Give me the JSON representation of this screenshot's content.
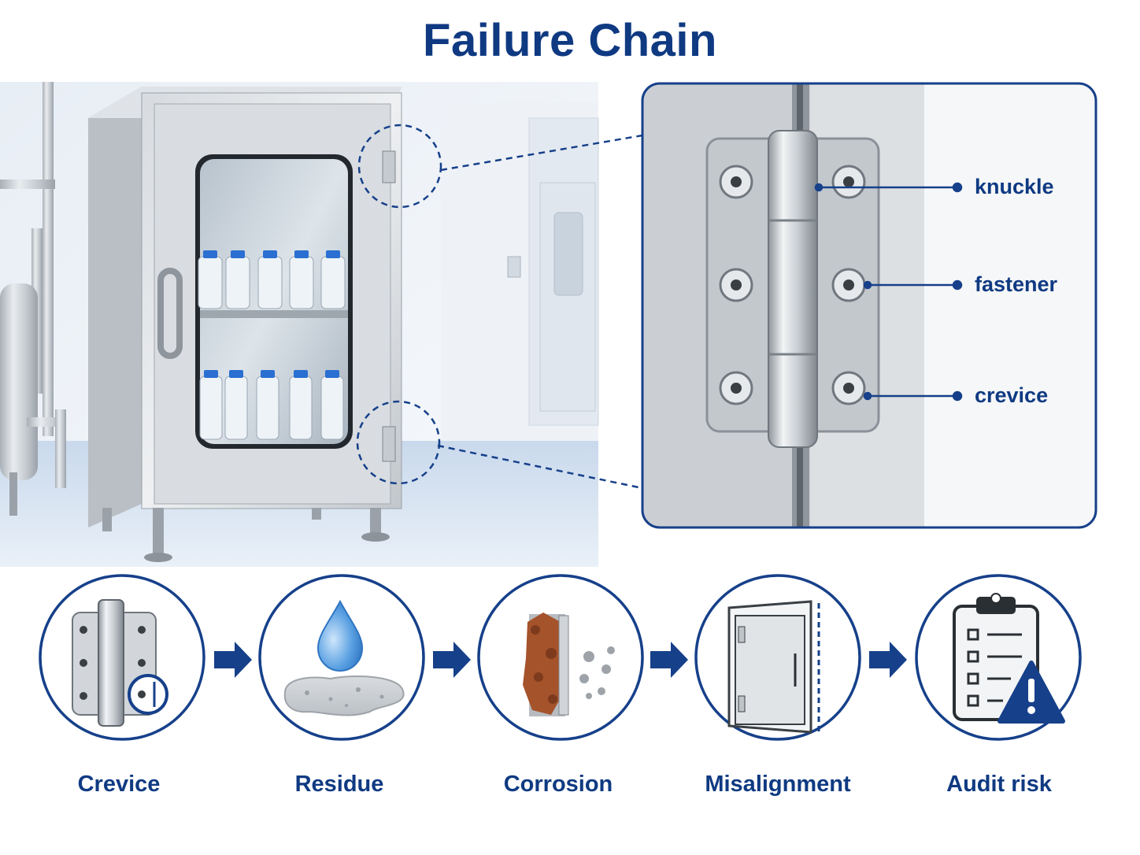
{
  "title": "Failure Chain",
  "colors": {
    "accent": "#0f3a82",
    "steel": "#c9cdd2",
    "rust": "#a5532b",
    "water": "#4a90d9"
  },
  "callouts": [
    {
      "label": "knuckle"
    },
    {
      "label": "fastener"
    },
    {
      "label": "crevice"
    }
  ],
  "steps": [
    {
      "label": "Crevice",
      "icon": "hinge-crevice-icon"
    },
    {
      "label": "Residue",
      "icon": "water-drop-residue-icon"
    },
    {
      "label": "Corrosion",
      "icon": "corrosion-icon"
    },
    {
      "label": "Misalignment",
      "icon": "misaligned-door-icon"
    },
    {
      "label": "Audit risk",
      "icon": "clipboard-warning-icon"
    }
  ]
}
